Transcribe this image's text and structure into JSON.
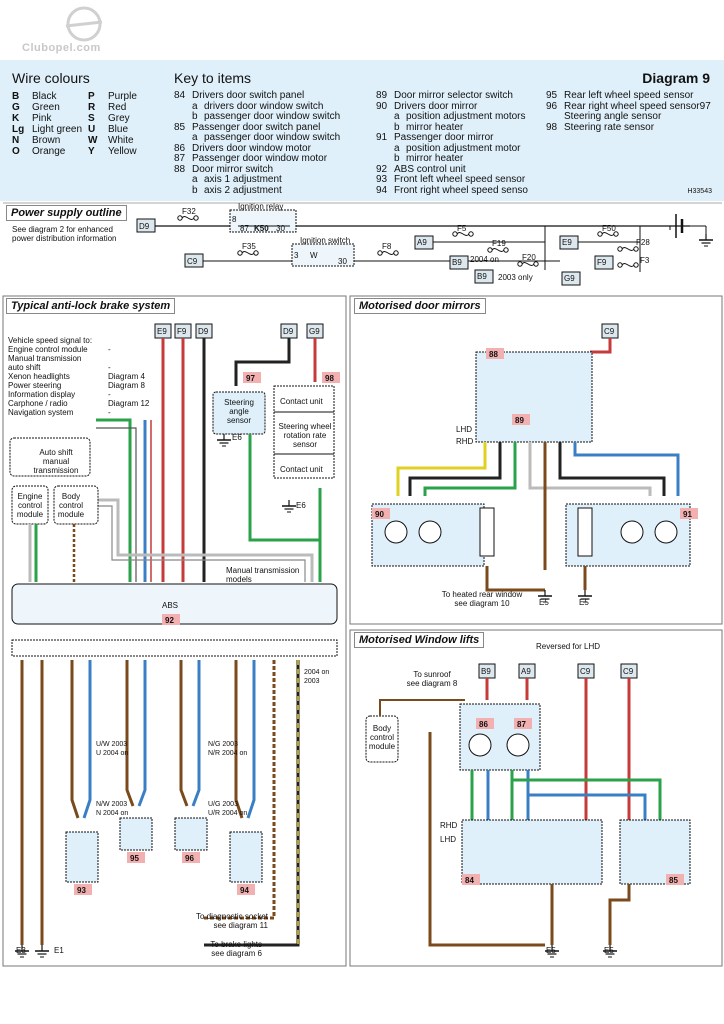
{
  "watermark": "Clubopel.com",
  "header": {
    "wire_colours_title": "Wire colours",
    "key_title": "Key to items",
    "diagram_number": "Diagram 9",
    "ref_code": "H33543"
  },
  "wire_colours": [
    {
      "code": "B",
      "name": "Black"
    },
    {
      "code": "G",
      "name": "Green"
    },
    {
      "code": "K",
      "name": "Pink"
    },
    {
      "code": "Lg",
      "name": "Light green"
    },
    {
      "code": "N",
      "name": "Brown"
    },
    {
      "code": "O",
      "name": "Orange"
    },
    {
      "code": "P",
      "name": "Purple"
    },
    {
      "code": "R",
      "name": "Red"
    },
    {
      "code": "S",
      "name": "Grey"
    },
    {
      "code": "U",
      "name": "Blue"
    },
    {
      "code": "W",
      "name": "White"
    },
    {
      "code": "Y",
      "name": "Yellow"
    }
  ],
  "key_items": [
    {
      "n": "84",
      "t": "Drivers door switch panel"
    },
    {
      "s": "a",
      "t": "drivers door window switch"
    },
    {
      "s": "b",
      "t": "passenger door window switch"
    },
    {
      "n": "85",
      "t": "Passenger door switch panel"
    },
    {
      "s": "a",
      "t": "passenger door window switch"
    },
    {
      "n": "86",
      "t": "Drivers door window motor"
    },
    {
      "n": "87",
      "t": "Passenger door window motor"
    },
    {
      "n": "88",
      "t": "Door mirror switch"
    },
    {
      "s": "a",
      "t": "axis 1 adjustment"
    },
    {
      "s": "b",
      "t": "axis 2 adjustment"
    },
    {
      "n": "89",
      "t": "Door mirror selector switch"
    },
    {
      "n": "90",
      "t": "Drivers door mirror"
    },
    {
      "s": "a",
      "t": "position adjustment motors"
    },
    {
      "s": "b",
      "t": "mirror heater"
    },
    {
      "n": "91",
      "t": "Passenger door mirror"
    },
    {
      "s": "a",
      "t": "position adjustment motor"
    },
    {
      "s": "b",
      "t": "mirror heater"
    },
    {
      "n": "92",
      "t": "ABS control unit"
    },
    {
      "n": "93",
      "t": "Front left wheel speed sensor"
    },
    {
      "n": "94",
      "t": "Front right wheel speed senso"
    },
    {
      "n": "95",
      "t": "Rear left wheel speed sensor"
    },
    {
      "n": "96",
      "t": "Rear right wheel speed sensor97"
    },
    {
      "t": "Steering angle sensor"
    },
    {
      "n": "98",
      "t": "Steering rate sensor"
    }
  ],
  "power_supply": {
    "title": "Power supply outline",
    "note": "See diagram 2 for enhanced\npower distribution information",
    "labels": {
      "ignition_relay": "Ignition relay",
      "k50": "K50",
      "ignition_switch": "Ignition switch",
      "f32": "F32",
      "f35": "F35",
      "f8": "F8",
      "f5": "F5",
      "f19": "F19",
      "f20": "F20",
      "f50": "F50",
      "f28": "F28",
      "f3": "F3",
      "d9": "D9",
      "c9": "C9",
      "a9": "A9",
      "b9": "B9",
      "e9": "E9",
      "f9": "F9",
      "g9": "G9",
      "r8": "8",
      "r87": "87",
      "r30": "30",
      "s3": "3",
      "sw": "W",
      "s30": "30",
      "on2004": "2004 on",
      "only2003": "2003 only"
    }
  },
  "abs": {
    "title": "Typical anti-lock brake system",
    "vss_lines": [
      {
        "l": "Vehicle speed signal to:",
        "r": ""
      },
      {
        "l": "Engine control module",
        "r": "-"
      },
      {
        "l": "Manual transmission",
        "r": ""
      },
      {
        "l": "auto shift",
        "r": "-"
      },
      {
        "l": "Xenon headlights",
        "r": "Diagram 4"
      },
      {
        "l": "Power steering",
        "r": "Diagram 8"
      },
      {
        "l": "Information display",
        "r": "-"
      },
      {
        "l": "Carphone / radio",
        "r": "Diagram 12"
      },
      {
        "l": "Navigation system",
        "r": "-"
      }
    ],
    "auto_shift": "Auto shift\nmanual\ntransmission",
    "ecm": "Engine\ncontrol\nmodule",
    "bcm": "Body\ncontrol\nmodule",
    "steering_angle": "Steering\nangle\nsensor",
    "contact_unit": "Contact unit",
    "rate_sensor": "Steering wheel\nrotation rate\nsensor",
    "manual_trans_models": "Manual transmission\nmodels",
    "abs_label": "ABS",
    "diag_socket": "To diagnostic socket\nsee diagram 11",
    "brake_lights": "To brake lights\nsee diagram 6",
    "year_2004_2003": "2004 on\n2003",
    "wire_UW": "U/W 2003\nU 2004 on",
    "wire_NW": "N/W 2003\nN 2004 on",
    "wire_NG": "N/G 2003\nN/R 2004 on",
    "wire_UG": "U/G 2003\nU/R 2004 on",
    "items": {
      "i92": "92",
      "i93": "93",
      "i94": "94",
      "i95": "95",
      "i96": "96",
      "i97": "97",
      "i98": "98"
    },
    "grounds": {
      "e3": "E3",
      "e1": "E1",
      "e6": "E6",
      "e6b": "E6"
    },
    "supplies": {
      "e9": "E9",
      "f9": "F9",
      "d9": "D9",
      "d9b": "D9",
      "g9": "G9"
    }
  },
  "mirrors": {
    "title": "Motorised door mirrors",
    "lhd": "LHD",
    "rhd": "RHD",
    "heated_rear": "To heated rear window\nsee diagram 10",
    "items": {
      "i88": "88",
      "i89": "89",
      "i90": "90",
      "i91": "91"
    },
    "supply": "C9",
    "grounds": {
      "e5a": "E5",
      "e5b": "E5"
    }
  },
  "windows": {
    "title": "Motorised Window lifts",
    "reversed": "Reversed for LHD",
    "sunroof": "To sunroof\nsee diagram 8",
    "bcm": "Body\ncontrol\nmodule",
    "rhd": "RHD",
    "lhd": "LHD",
    "items": {
      "i84": "84",
      "i85": "85",
      "i86": "86",
      "i87": "87"
    },
    "supplies": {
      "b9": "B9",
      "a9": "A9",
      "c9a": "C9",
      "c9b": "C9"
    },
    "grounds": {
      "e5a": "E5",
      "e5b": "E5"
    }
  }
}
